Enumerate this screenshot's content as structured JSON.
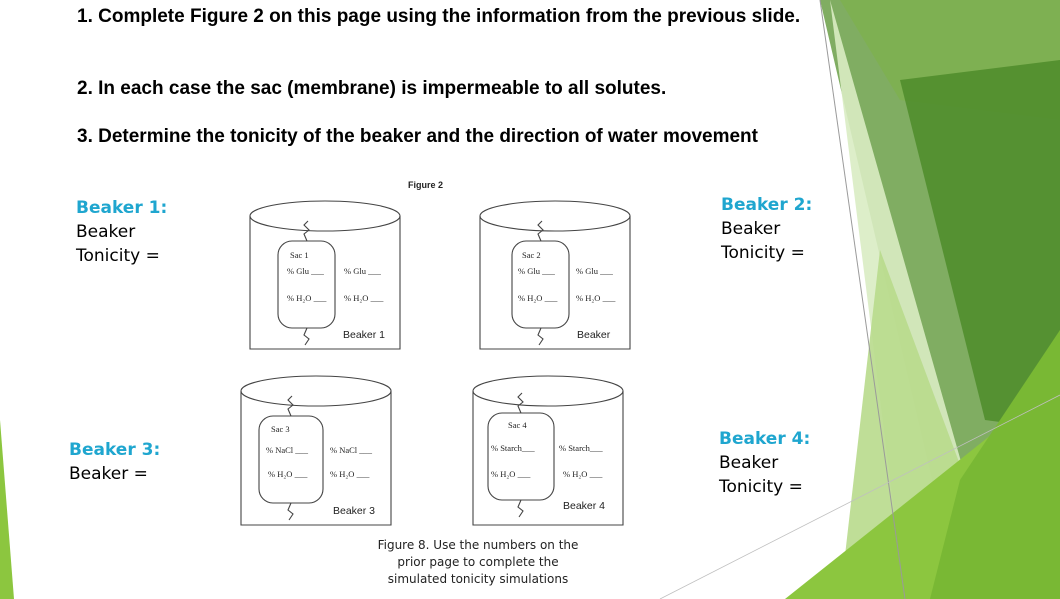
{
  "instructions": {
    "item1": "1. Complete Figure 2 on this page using the information from the previous slide.",
    "item2": "2. In each case the sac (membrane) is impermeable to all solutes.",
    "item3": "3. Determine the tonicity of the beaker and the direction of water movement"
  },
  "side_labels": {
    "beaker1": {
      "title": "Beaker 1:",
      "line1": "Beaker",
      "line2": "Tonicity ="
    },
    "beaker2": {
      "title": "Beaker 2:",
      "line1": "Beaker",
      "line2": "Tonicity ="
    },
    "beaker3": {
      "title": "Beaker 3:",
      "line1": "Beaker ="
    },
    "beaker4": {
      "title": "Beaker 4:",
      "line1": "Beaker",
      "line2": "Tonicity ="
    }
  },
  "figure": {
    "title": "Figure 2",
    "beaker1": {
      "sac": "Sac 1",
      "sac_solute": "% Glu ___",
      "sac_water": "% H₂O ___",
      "out_solute": "% Glu ___",
      "out_water": "% H₂O ___",
      "label": "Beaker 1"
    },
    "beaker2": {
      "sac": "Sac 2",
      "sac_solute": "% Glu ___",
      "sac_water": "% H₂O ___",
      "out_solute": "% Glu ___",
      "out_water": "% H₂O ___",
      "label": "Beaker"
    },
    "beaker3": {
      "sac": "Sac 3",
      "sac_solute": "% NaCl ___",
      "sac_water": "% H₂O ___",
      "out_solute": "% NaCl ___",
      "out_water": "% H₂O ___",
      "label": "Beaker 3"
    },
    "beaker4": {
      "sac": "Sac 4",
      "sac_solute": "% Starch___",
      "sac_water": "% H₂O  ___",
      "out_solute": "% Starch___",
      "out_water": "% H₂O  ___",
      "label": "Beaker 4"
    }
  },
  "caption": "Figure 8. Use the numbers on the prior page to complete the simulated tonicity simulations",
  "colors": {
    "accent_blue": "#1fa6cf",
    "green_light": "#c9e3a8",
    "green_mid": "#8cc63f",
    "green_dark": "#5a9e32"
  }
}
